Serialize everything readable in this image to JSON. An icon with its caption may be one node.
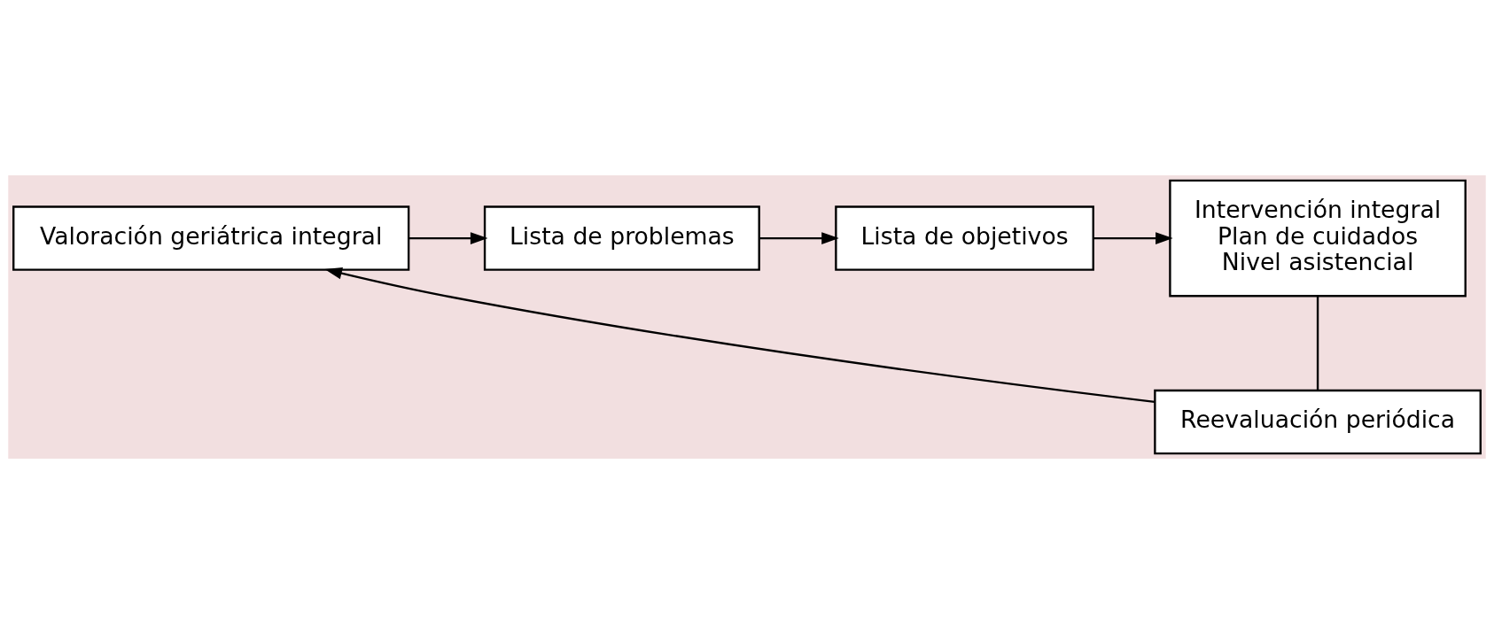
{
  "diagram": {
    "nodes": [
      {
        "text": [
          "Valoración geriátrica integral"
        ]
      },
      {
        "text": [
          "Lista de problemas"
        ]
      },
      {
        "text": [
          "Lista de objetivos"
        ]
      },
      {
        "text": [
          "Intervención integral",
          "Plan de cuidados",
          "Nivel asistencial"
        ]
      },
      {
        "text": [
          "Reevaluación periódica"
        ]
      }
    ],
    "edges": [
      {
        "from": 0,
        "to": 1,
        "arrow": "to"
      },
      {
        "from": 1,
        "to": 2,
        "arrow": "to"
      },
      {
        "from": 2,
        "to": 3,
        "arrow": "to"
      },
      {
        "from": 3,
        "to": 4,
        "arrow": "none"
      },
      {
        "from": 4,
        "to": 0,
        "arrow": "to"
      }
    ]
  }
}
